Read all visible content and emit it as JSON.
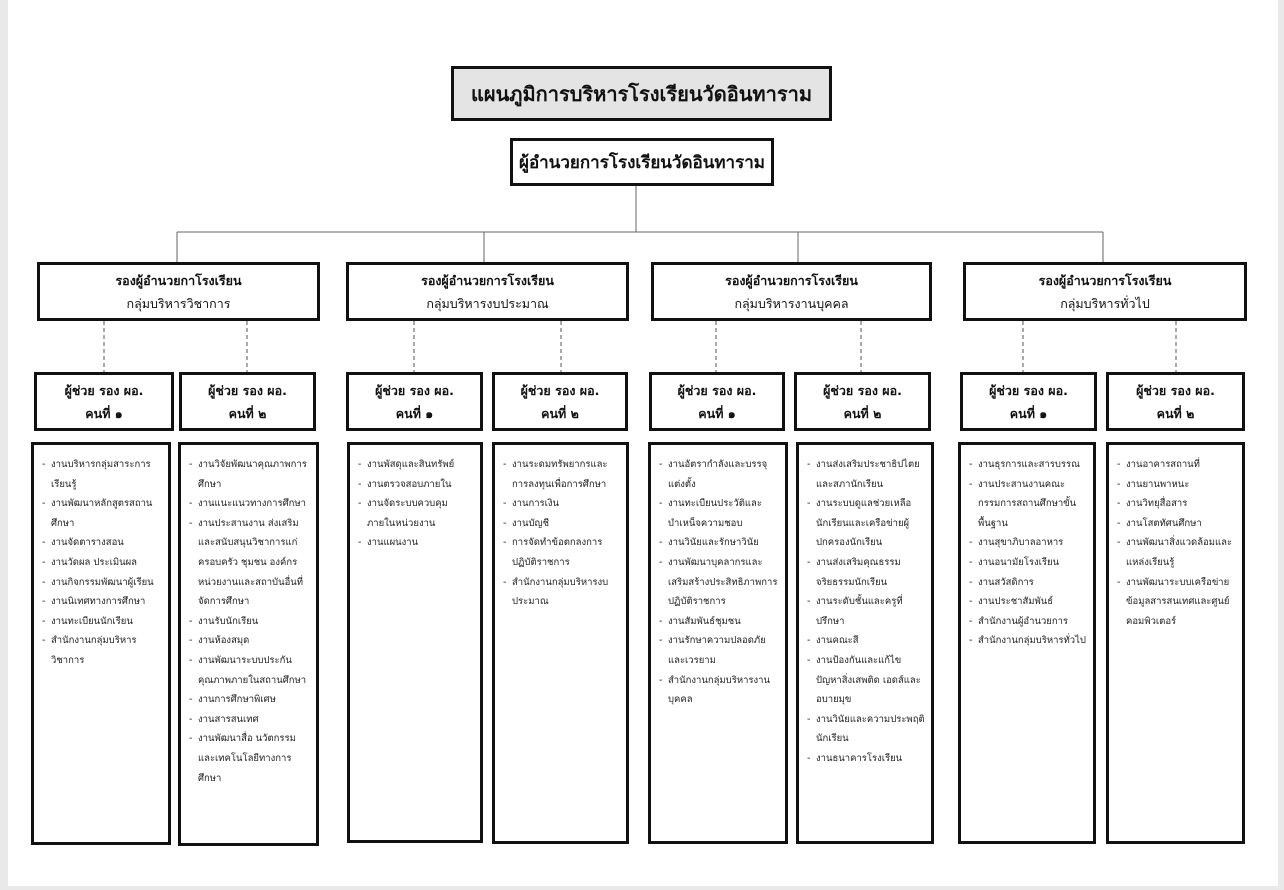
{
  "title": "แผนภูมิการบริหารโรงเรียนวัดอินทาราม",
  "director": "ผู้อำนวยการโรงเรียนวัดอินทาราม",
  "groups": [
    {
      "deputy": {
        "line1": "รองผู้อำนวยกาโรงเรียน",
        "line2": "กลุ่มบริหารวิชาการ"
      },
      "assistants": [
        {
          "line1": "ผู้ช่วย รอง ผอ.",
          "line2": "คนที่ ๑",
          "tasks": [
            "งานบริหารกลุ่มสาระการเรียนรู้",
            "งานพัฒนาหลักสูตรสถานศึกษา",
            "งานจัดตารางสอน",
            "งานวัดผล ประเมินผล",
            "งานกิจกรรมพัฒนาผู้เรียน",
            "งานนิเทศทางการศึกษา",
            "งานทะเบียนนักเรียน",
            "สำนักงานกลุ่มบริหารวิชาการ"
          ]
        },
        {
          "line1": "ผู้ช่วย รอง ผอ.",
          "line2": "คนที่ ๒",
          "tasks": [
            "งานวิจัยพัฒนาคุณภาพการศึกษา",
            "งานแนะแนวทางการศึกษา",
            "งานประสานงาน ส่งเสริมและสนับสนุนวิชาการแก่ครอบครัว ชุมชน องค์กรหน่วยงานและสถาบันอื่นที่จัดการศึกษา",
            "งานรับนักเรียน",
            "งานห้องสมุด",
            "งานพัฒนาระบบประกันคุณภาพภายในสถานศึกษา",
            "งานการศึกษาพิเศษ",
            "งานสารสนเทศ",
            "งานพัฒนาสื่อ นวัตกรรมและเทคโนโลยีทางการศึกษา"
          ]
        }
      ]
    },
    {
      "deputy": {
        "line1": "รองผู้อำนวยการโรงเรียน",
        "line2": "กลุ่มบริหารงบประมาณ"
      },
      "assistants": [
        {
          "line1": "ผู้ช่วย รอง ผอ.",
          "line2": "คนที่ ๑",
          "tasks": [
            "งานพัสดุและสินทรัพย์",
            "งานตรวจสอบภายใน",
            "งานจัดระบบควบคุมภายในหน่วยงาน",
            "งานแผนงาน"
          ]
        },
        {
          "line1": "ผู้ช่วย รอง ผอ.",
          "line2": "คนที่ ๒",
          "tasks": [
            "งานระดมทรัพยากรและการลงทุนเพื่อการศึกษา",
            "งานการเงิน",
            "งานบัญชี",
            "การจัดทำข้อตกลงการปฏิบัติราชการ",
            "สำนักงานกลุ่มบริหารงบประมาณ"
          ]
        }
      ]
    },
    {
      "deputy": {
        "line1": "รองผู้อำนวยการโรงเรียน",
        "line2": "กลุ่มบริหารงานบุคคล"
      },
      "assistants": [
        {
          "line1": "ผู้ช่วย รอง ผอ.",
          "line2": "คนที่ ๑",
          "tasks": [
            "งานอัตรากำลังและบรรจุแต่งตั้ง",
            "งานทะเบียนประวัติและบำเหน็จความชอบ",
            "งานวินัยและรักษาวินัย",
            "งานพัฒนาบุคลากรและเสริมสร้างประสิทธิภาพการปฏิบัติราชการ",
            "งานสัมพันธ์ชุมชน",
            "งานรักษาความปลอดภัยและเวรยาม",
            "สำนักงานกลุ่มบริหารงานบุคคล"
          ]
        },
        {
          "line1": "ผู้ช่วย รอง ผอ.",
          "line2": "คนที่ ๒",
          "tasks": [
            "งานส่งเสริมประชาธิปไตยและสภานักเรียน",
            "งานระบบดูแลช่วยเหลือนักเรียนและเครือข่ายผู้ปกครองนักเรียน",
            "งานส่งเสริมคุณธรรมจริยธรรมนักเรียน",
            "งานระดับชั้นและครูที่ปรึกษา",
            "งานคณะสี",
            "งานป้องกันและแก้ไขปัญหาสิ่งเสพติด เอดส์และอบายมุข",
            "งานวินัยและความประพฤตินักเรียน",
            "งานธนาคารโรงเรียน"
          ]
        }
      ]
    },
    {
      "deputy": {
        "line1": "รองผู้อำนวยการโรงเรียน",
        "line2": "กลุ่มบริหารทั่วไป"
      },
      "assistants": [
        {
          "line1": "ผู้ช่วย รอง ผอ.",
          "line2": "คนที่ ๑",
          "tasks": [
            "งานธุรการและสารบรรณ",
            "งานประสานงานคณะกรรมการสถานศึกษาขั้นพื้นฐาน",
            "งานสุขาภิบาลอาหาร",
            "งานอนามัยโรงเรียน",
            "งานสวัสดิการ",
            "งานประชาสัมพันธ์",
            "สำนักงานผู้อำนวยการ",
            "สำนักงานกลุ่มบริหารทั่วไป"
          ]
        },
        {
          "line1": "ผู้ช่วย รอง ผอ.",
          "line2": "คนที่ ๒",
          "tasks": [
            "งานอาคารสถานที่",
            "งานยานพาหนะ",
            "งานวิทยุสื่อสาร",
            "งานโสตทัศนศึกษา",
            "งานพัฒนาสิ่งแวดล้อมและแหล่งเรียนรู้",
            "งานพัฒนาระบบเครือข่ายข้อมูลสารสนเทศและศูนย์คอมพิวเตอร์"
          ]
        }
      ]
    }
  ]
}
